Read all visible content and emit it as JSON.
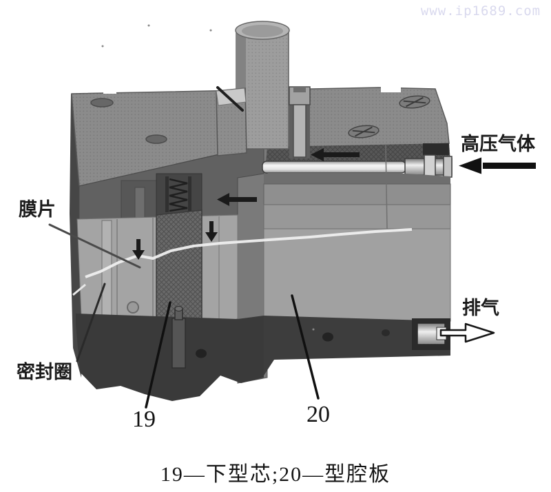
{
  "watermark": "www.ip1689.com",
  "caption": "19—下型芯;20—型腔板",
  "labels": {
    "diaphragm": "膜片",
    "sealing_ring": "密封圈",
    "high_pressure_gas": "高压气体",
    "exhaust": "排气",
    "part_19": "19",
    "part_20": "20"
  },
  "colors": {
    "watermark": "#d9d9ee",
    "label_text": "#1b1b1b",
    "mold_top_face": "#8b8b8b",
    "mold_light_face": "#a4a4a4",
    "mold_mid_face": "#696969",
    "mold_base_dark": "#3d3d3d",
    "diaphragm_line": "#efefef",
    "arrow": "#1a1a1a"
  }
}
